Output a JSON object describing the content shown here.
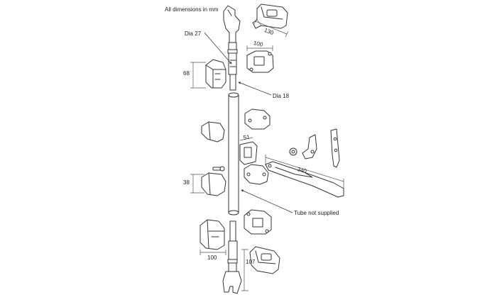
{
  "header": {
    "note": "All dimensions in mm"
  },
  "labels": {
    "dia27": "Dia 27",
    "dia18": "Dia 18",
    "tube": "Tube not supplied"
  },
  "dimensions": {
    "d130": "130",
    "d100_top": "100",
    "d68": "68",
    "d51": "51",
    "d340": "340",
    "d38": "38",
    "d100_bottom": "100",
    "d107": "107"
  }
}
